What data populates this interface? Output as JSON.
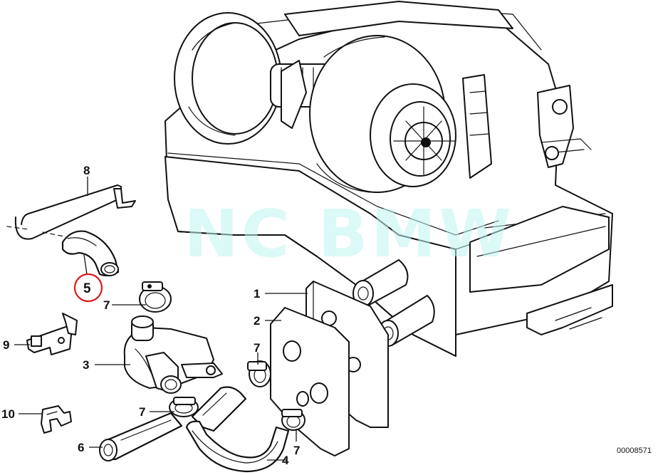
{
  "watermark": "NC BMW",
  "reference_number": "00008571",
  "callouts": {
    "c1": "1",
    "c2": "2",
    "c3": "3",
    "c4": "4",
    "c5": "5",
    "c6": "6",
    "c7a": "7",
    "c7b": "7",
    "c7c": "7",
    "c7d": "7",
    "c8": "8",
    "c9": "9",
    "c10": "10"
  },
  "colors": {
    "highlight_ring": "#d91a1a",
    "watermark": "#bff5f0",
    "line": "#111111"
  }
}
